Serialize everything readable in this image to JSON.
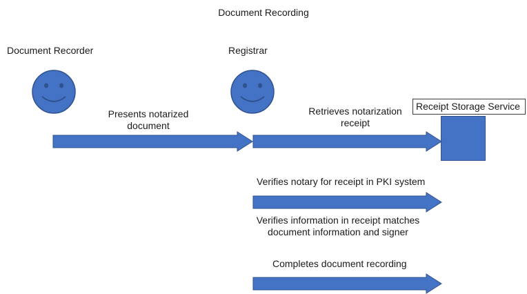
{
  "title": "Document Recording",
  "actors": {
    "recorder": "Document Recorder",
    "registrar": "Registrar",
    "storage": "Receipt Storage Service"
  },
  "steps": {
    "presents": [
      "Presents notarized",
      "document"
    ],
    "retrieves": [
      "Retrieves notarization",
      "receipt"
    ],
    "verifies_notary": "Verifies notary for receipt in PKI system",
    "verifies_info": [
      "Verifies information in receipt matches",
      "document information and signer"
    ],
    "completes": "Completes document recording"
  },
  "icons": [
    "smiley-face-icon",
    "smiley-face-icon"
  ],
  "colors": {
    "shape_fill": "#4472c4",
    "shape_stroke": "#2f528f"
  }
}
